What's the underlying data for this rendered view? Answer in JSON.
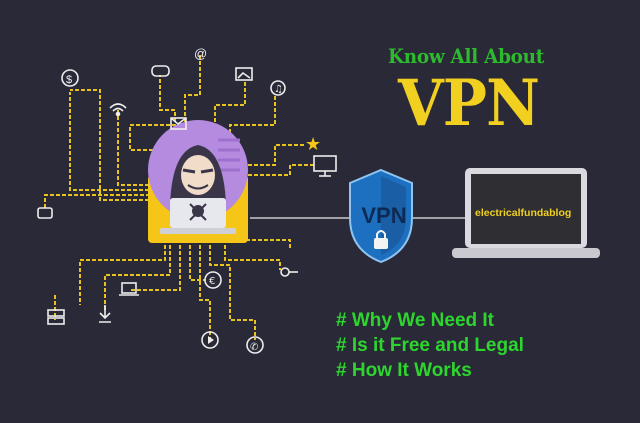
{
  "headline": {
    "subtitle": "Know All About",
    "title": "VPN"
  },
  "shield": {
    "label": "VPN"
  },
  "laptop": {
    "screen_text": "electricalfundablog"
  },
  "bullets": [
    "# Why We Need It",
    "# Is it Free and Legal",
    "# How It Works"
  ],
  "colors": {
    "background": "#2a2938",
    "accent_yellow": "#f2d01f",
    "accent_green": "#2dba2d",
    "shield_blue": "#1d6fbf",
    "hacker_purple": "#b58be0"
  },
  "icons": [
    "dollar-icon",
    "wifi-icon",
    "mail-icon",
    "gamepad-icon",
    "at-icon",
    "image-icon",
    "music-icon",
    "star-icon",
    "monitor-icon",
    "chat-icon",
    "server-icon",
    "download-icon",
    "laptop-icon",
    "euro-icon",
    "key-icon",
    "play-icon",
    "phone-icon",
    "hacker-icon",
    "shield-icon",
    "lock-icon",
    "laptop-display-icon"
  ]
}
